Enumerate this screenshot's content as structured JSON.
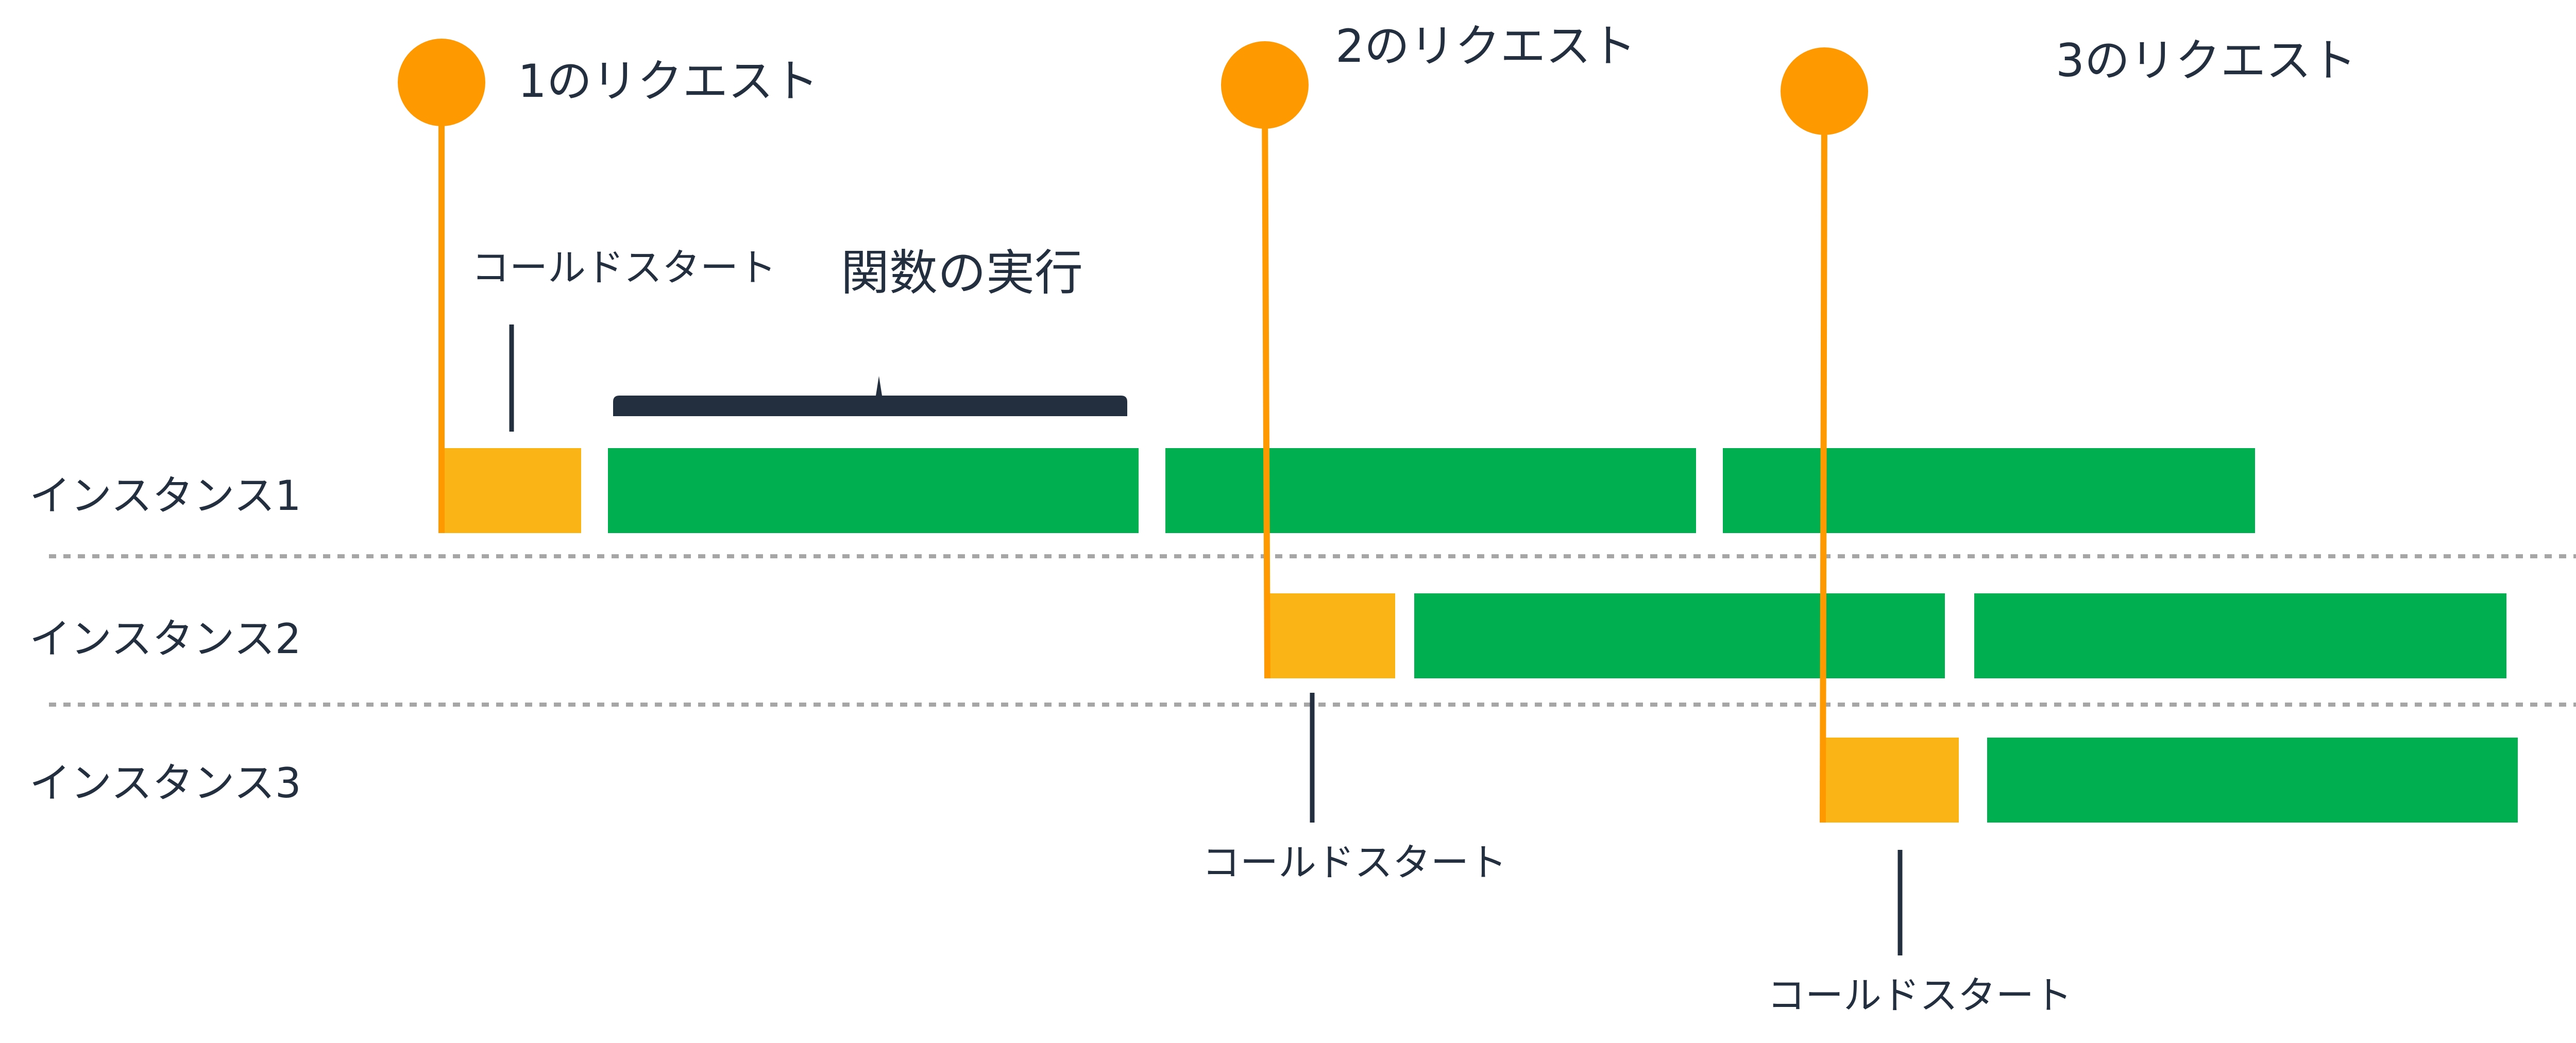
{
  "colors": {
    "request": "#FF9900",
    "cold_start": "#FBB416",
    "execution": "#00B050",
    "text": "#232F3E",
    "divider": "#A6A6A6"
  },
  "lanes": [
    {
      "label": "インスタンス1"
    },
    {
      "label": "インスタンス2"
    },
    {
      "label": "インスタンス3"
    }
  ],
  "requests": [
    {
      "label": "1のリクエスト"
    },
    {
      "label": "2のリクエスト"
    },
    {
      "label": "3のリクエスト"
    }
  ],
  "annotations": {
    "cold_start": "コールドスタート",
    "execution": "関数の実行"
  }
}
